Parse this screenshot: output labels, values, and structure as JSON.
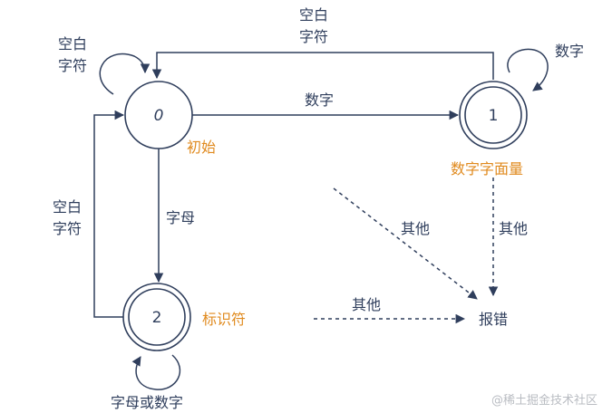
{
  "states": {
    "s0": {
      "id": "0",
      "tag": "初始"
    },
    "s1": {
      "id": "1",
      "tag": "数字字面量"
    },
    "s2": {
      "id": "2",
      "tag": "标识符"
    }
  },
  "edges": {
    "top_line1": "空白",
    "top_line2": "字符",
    "self0_line1": "空白",
    "self0_line2": "字符",
    "s0_to_s1": "数字",
    "self1": "数字",
    "s0_to_s2": "字母",
    "s2_to_s0_line1": "空白",
    "s2_to_s0_line2": "字符",
    "self2": "字母或数字",
    "mid_to_err": "其他",
    "s1_to_err": "其他",
    "s2_to_err": "其他"
  },
  "error_node": "报错",
  "watermark": "@稀土掘金技术社区"
}
